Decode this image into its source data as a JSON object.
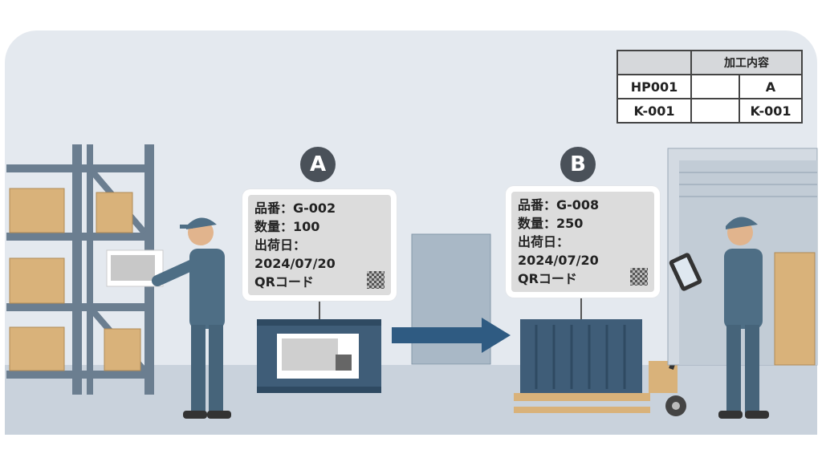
{
  "table": {
    "header": "加工内容",
    "rows": [
      {
        "code": "HP001",
        "blank": "",
        "value": "A"
      },
      {
        "code": "K-001",
        "blank": "",
        "value": "K-001"
      }
    ]
  },
  "stations": [
    {
      "badge": "A",
      "lines": [
        "品番：G-002",
        "数量：100",
        "出荷日：2024/07/20",
        "QRコード"
      ]
    },
    {
      "badge": "B",
      "lines": [
        "品番：G-008",
        "数量：250",
        "出荷日：2024/07/20",
        "QRコード"
      ]
    }
  ],
  "colors": {
    "background": "#e4e9ef",
    "floor": "#c7d0da",
    "uniform": "#4e6e85",
    "container": "#3f5d78",
    "arrow": "#2f5b82",
    "box": "#d9b27a"
  }
}
